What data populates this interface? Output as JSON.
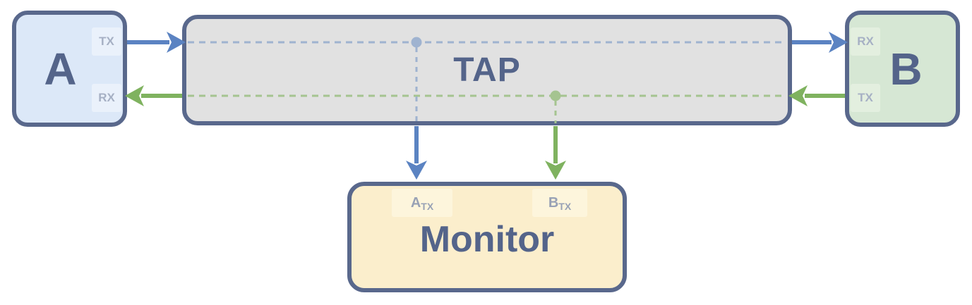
{
  "nodes": {
    "a": {
      "label": "A",
      "tx_port": "TX",
      "rx_port": "RX"
    },
    "tap": {
      "label": "TAP"
    },
    "b": {
      "label": "B",
      "rx_port": "RX",
      "tx_port": "TX"
    },
    "monitor": {
      "label": "Monitor",
      "a_tap": {
        "main": "A",
        "sub": "TX"
      },
      "b_tap": {
        "main": "B",
        "sub": "TX"
      }
    }
  },
  "colors": {
    "slate": "#59688C",
    "blue": "#5B83C2",
    "green": "#7FB25F",
    "dash_blue": "#9FB3D0",
    "dash_green": "#A5C490",
    "label": "#54648A",
    "port_text": "#A6B0C4",
    "monitor_port_text": "#98A1B5",
    "a_fill": "#DCE8F8",
    "a_chip": "#EAF1FB",
    "b_fill": "#D6E7D4",
    "b_chip": "#E3EFDF",
    "tap_fill": "#E1E1E1",
    "monitor_fill": "#FBEECC",
    "monitor_chip": "#FDF5DC"
  }
}
